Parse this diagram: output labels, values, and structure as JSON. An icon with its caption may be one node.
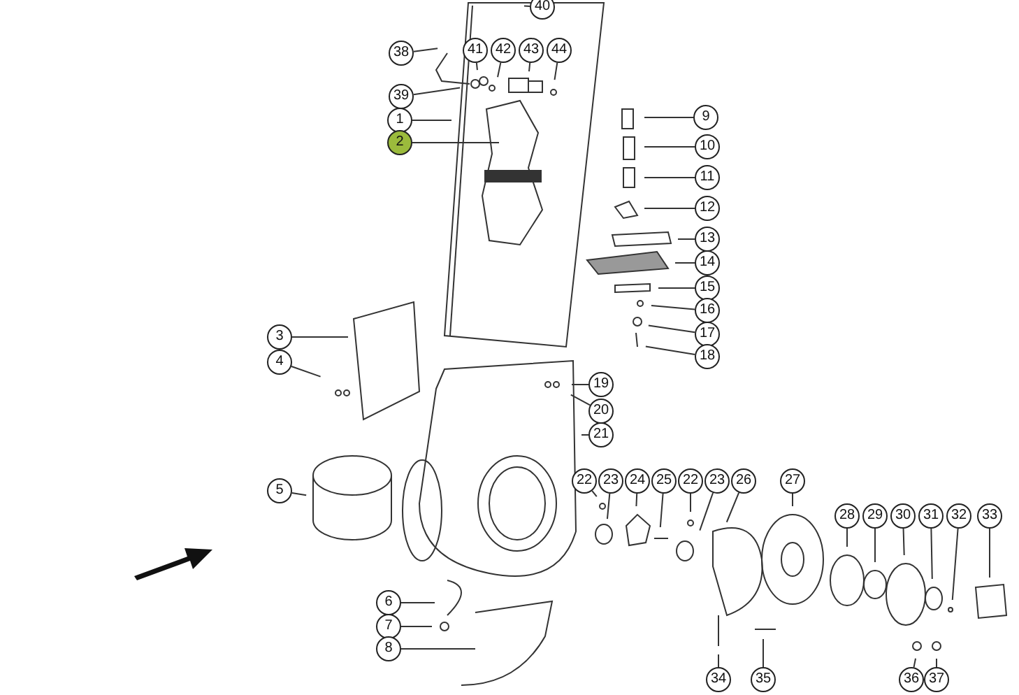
{
  "diagram": {
    "nodes": [
      {
        "text": [
          "40"
        ]
      },
      {
        "text": [
          "38"
        ]
      },
      {
        "text": [
          "41"
        ]
      },
      {
        "text": [
          "42"
        ]
      },
      {
        "text": [
          "43"
        ]
      },
      {
        "text": [
          "44"
        ]
      },
      {
        "text": [
          "39"
        ]
      },
      {
        "text": [
          "1"
        ]
      },
      {
        "text": [
          "2"
        ]
      },
      {
        "text": [
          "9"
        ]
      },
      {
        "text": [
          "10"
        ]
      },
      {
        "text": [
          "11"
        ]
      },
      {
        "text": [
          "12"
        ]
      },
      {
        "text": [
          "13"
        ]
      },
      {
        "text": [
          "14"
        ]
      },
      {
        "text": [
          "15"
        ]
      },
      {
        "text": [
          "16"
        ]
      },
      {
        "text": [
          "17"
        ]
      },
      {
        "text": [
          "18"
        ]
      },
      {
        "text": [
          "3"
        ]
      },
      {
        "text": [
          "4"
        ]
      },
      {
        "text": [
          "19"
        ]
      },
      {
        "text": [
          "20"
        ]
      },
      {
        "text": [
          "21"
        ]
      },
      {
        "text": [
          "5"
        ]
      },
      {
        "text": [
          "22"
        ]
      },
      {
        "text": [
          "23"
        ]
      },
      {
        "text": [
          "24"
        ]
      },
      {
        "text": [
          "25"
        ]
      },
      {
        "text": [
          "22"
        ]
      },
      {
        "text": [
          "23"
        ]
      },
      {
        "text": [
          "26"
        ]
      },
      {
        "text": [
          "27"
        ]
      },
      {
        "text": [
          "28"
        ]
      },
      {
        "text": [
          "29"
        ]
      },
      {
        "text": [
          "30"
        ]
      },
      {
        "text": [
          "31"
        ]
      },
      {
        "text": [
          "32"
        ]
      },
      {
        "text": [
          "33"
        ]
      },
      {
        "text": [
          "6"
        ]
      },
      {
        "text": [
          "7"
        ]
      },
      {
        "text": [
          "8"
        ]
      },
      {
        "text": [
          "34"
        ]
      },
      {
        "text": [
          "35"
        ]
      },
      {
        "text": [
          "36"
        ]
      },
      {
        "text": [
          "37"
        ]
      }
    ],
    "edges": [
      {
        "from": 0,
        "to": null,
        "arrow": "none"
      },
      {
        "from": 1,
        "to": null,
        "arrow": "none"
      },
      {
        "from": 2,
        "to": null,
        "arrow": "none"
      },
      {
        "from": 3,
        "to": null,
        "arrow": "none"
      },
      {
        "from": 4,
        "to": null,
        "arrow": "none"
      },
      {
        "from": 5,
        "to": null,
        "arrow": "none"
      },
      {
        "from": 6,
        "to": null,
        "arrow": "none"
      },
      {
        "from": 7,
        "to": null,
        "arrow": "none"
      },
      {
        "from": 8,
        "to": null,
        "arrow": "none"
      },
      {
        "from": 9,
        "to": null,
        "arrow": "none"
      },
      {
        "from": 10,
        "to": null,
        "arrow": "none"
      },
      {
        "from": 11,
        "to": null,
        "arrow": "none"
      },
      {
        "from": 12,
        "to": null,
        "arrow": "none"
      },
      {
        "from": 13,
        "to": null,
        "arrow": "none"
      },
      {
        "from": 14,
        "to": null,
        "arrow": "none"
      },
      {
        "from": 15,
        "to": null,
        "arrow": "none"
      },
      {
        "from": 16,
        "to": null,
        "arrow": "none"
      },
      {
        "from": 17,
        "to": null,
        "arrow": "none"
      },
      {
        "from": 18,
        "to": null,
        "arrow": "none"
      },
      {
        "from": 19,
        "to": null,
        "arrow": "none"
      },
      {
        "from": 20,
        "to": null,
        "arrow": "none"
      },
      {
        "from": 21,
        "to": null,
        "arrow": "none"
      },
      {
        "from": 22,
        "to": null,
        "arrow": "none"
      },
      {
        "from": 23,
        "to": null,
        "arrow": "none"
      },
      {
        "from": 24,
        "to": null,
        "arrow": "none"
      },
      {
        "from": 25,
        "to": null,
        "arrow": "none"
      },
      {
        "from": 26,
        "to": null,
        "arrow": "none"
      },
      {
        "from": 27,
        "to": null,
        "arrow": "none"
      },
      {
        "from": 28,
        "to": null,
        "arrow": "none"
      },
      {
        "from": 29,
        "to": null,
        "arrow": "none"
      },
      {
        "from": 30,
        "to": null,
        "arrow": "none"
      },
      {
        "from": 31,
        "to": null,
        "arrow": "none"
      },
      {
        "from": 32,
        "to": null,
        "arrow": "none"
      },
      {
        "from": 33,
        "to": null,
        "arrow": "none"
      },
      {
        "from": 34,
        "to": null,
        "arrow": "none"
      },
      {
        "from": 35,
        "to": null,
        "arrow": "none"
      },
      {
        "from": 36,
        "to": null,
        "arrow": "none"
      },
      {
        "from": 37,
        "to": null,
        "arrow": "none"
      },
      {
        "from": 38,
        "to": null,
        "arrow": "none"
      },
      {
        "from": 39,
        "to": null,
        "arrow": "none"
      },
      {
        "from": 40,
        "to": null,
        "arrow": "none"
      },
      {
        "from": 41,
        "to": null,
        "arrow": "none"
      },
      {
        "from": 42,
        "to": null,
        "arrow": "none"
      },
      {
        "from": 43,
        "to": null,
        "arrow": "none"
      },
      {
        "from": 44,
        "to": null,
        "arrow": "none"
      },
      {
        "from": 45,
        "to": null,
        "arrow": "none"
      }
    ]
  }
}
